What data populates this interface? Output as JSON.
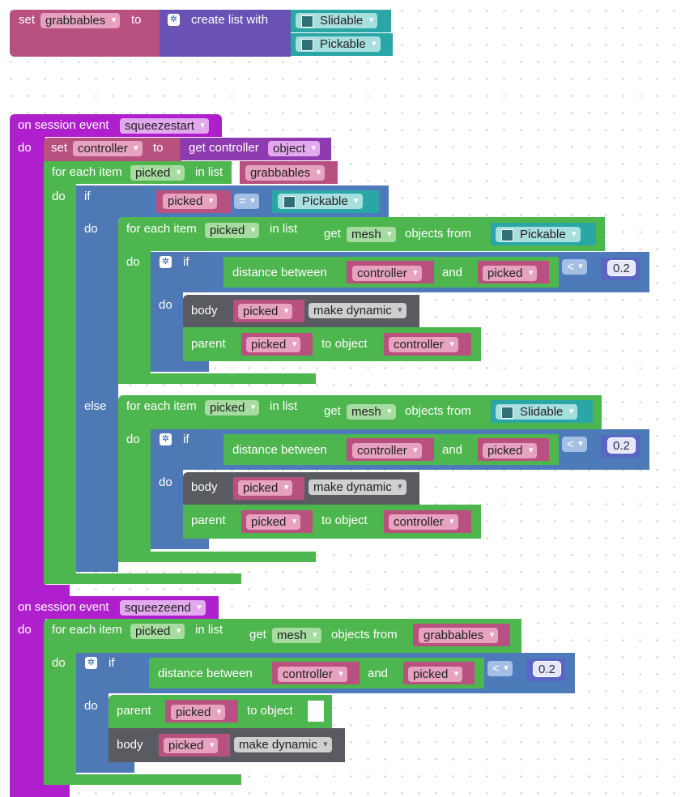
{
  "set_block": {
    "set_label": "set",
    "variable": "grabbables",
    "to_label": "to",
    "create_list_label": "create list with",
    "items": [
      "Slidable",
      "Pickable"
    ]
  },
  "event_start": {
    "label": "on session event",
    "event": "squeezestart",
    "do_label": "do",
    "set_label": "set",
    "set_var": "controller",
    "to_label": "to",
    "get_controller_label": "get controller",
    "get_controller_value": "object",
    "foreach_label": "for each item",
    "foreach_var": "picked",
    "in_list_label": "in list",
    "list_var": "grabbables",
    "if_label": "if",
    "if_left": "picked",
    "eq_op": "=",
    "if_right": "Pickable",
    "else_label": "else",
    "branches": [
      {
        "foreach_label": "for each item",
        "var": "picked",
        "in_list_label": "in list",
        "get_label": "get",
        "mesh": "mesh",
        "objects_from_label": "objects from",
        "source": "Pickable",
        "if_label": "if",
        "distance_label": "distance between",
        "a": "controller",
        "and_label": "and",
        "b": "picked",
        "op": "<",
        "threshold": "0.2",
        "do_label": "do",
        "body_label": "body",
        "body_var": "picked",
        "body_action": "make dynamic",
        "parent_label": "parent",
        "parent_var": "picked",
        "to_object_label": "to object",
        "parent_target": "controller"
      },
      {
        "foreach_label": "for each item",
        "var": "picked",
        "in_list_label": "in list",
        "get_label": "get",
        "mesh": "mesh",
        "objects_from_label": "objects from",
        "source": "Slidable",
        "if_label": "if",
        "distance_label": "distance between",
        "a": "controller",
        "and_label": "and",
        "b": "picked",
        "op": "<",
        "threshold": "0.2",
        "do_label": "do",
        "body_label": "body",
        "body_var": "picked",
        "body_action": "make dynamic",
        "parent_label": "parent",
        "parent_var": "picked",
        "to_object_label": "to object",
        "parent_target": "controller"
      }
    ]
  },
  "event_end": {
    "label": "on session event",
    "event": "squeezeend",
    "do_label": "do",
    "foreach_label": "for each item",
    "foreach_var": "picked",
    "in_list_label": "in list",
    "get_label": "get",
    "mesh": "mesh",
    "objects_from_label": "objects from",
    "source": "grabbables",
    "if_label": "if",
    "distance_label": "distance between",
    "a": "controller",
    "and_label": "and",
    "b": "picked",
    "op": "<",
    "threshold": "0.2",
    "parent_label": "parent",
    "parent_var": "picked",
    "to_object_label": "to object",
    "body_label": "body",
    "body_var": "picked",
    "body_action": "make dynamic"
  },
  "icons": {
    "gear": "gear-icon",
    "image": "image-icon",
    "dropdown": "chevron-down-icon"
  },
  "colors": {
    "variable": "#b8517f",
    "event": "#b01fcd",
    "loop": "#4eb64e",
    "logic": "#4f79b4",
    "object": "#2aa6a6",
    "physics": "#5a5a61"
  }
}
